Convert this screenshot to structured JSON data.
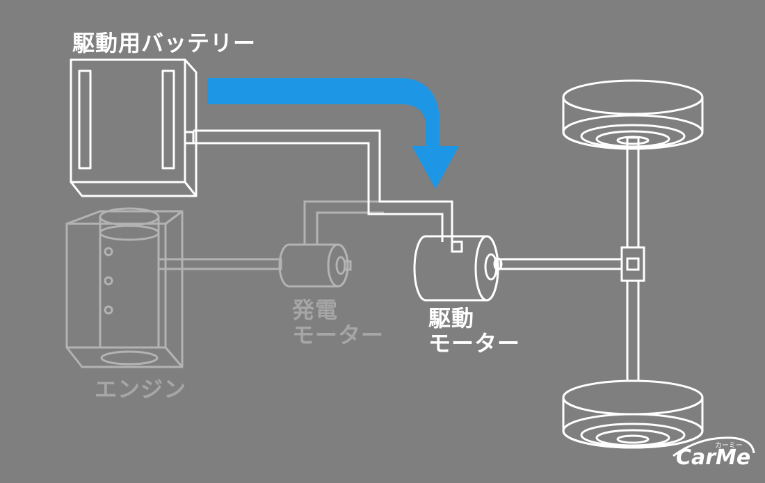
{
  "labels": {
    "battery": "駆動用バッテリー",
    "generator_line1": "発電",
    "generator_line2": "モーター",
    "drive_line1": "駆動",
    "drive_line2": "モーター",
    "engine": "エンジン"
  },
  "logo": {
    "text": "CarMe",
    "kana": "カーミー"
  },
  "colors": {
    "background": "#7f7f7f",
    "flow_arrow": "#1e96e6",
    "active_line": "#ffffff",
    "inactive_line": "#b3b3b3"
  }
}
